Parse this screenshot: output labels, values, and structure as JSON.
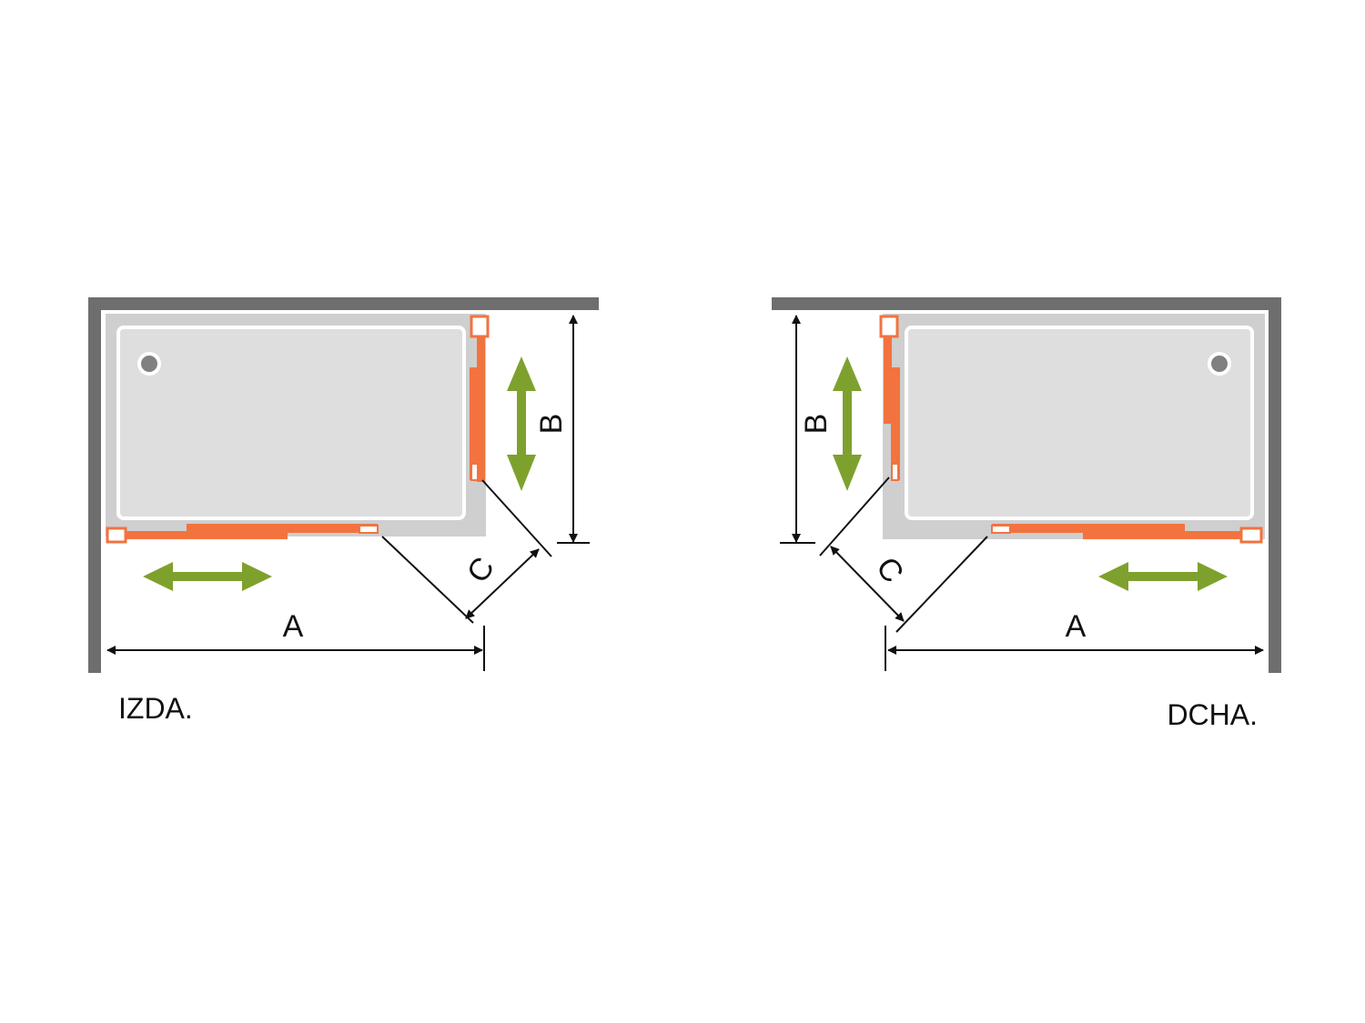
{
  "colors": {
    "wall": "#6e6e6e",
    "tray_outer": "#cfcfcf",
    "tray_inner": "#dedede",
    "tray_border": "#ffffff",
    "drain": "#808080",
    "glass_panel": "#f2733f",
    "movement_arrow": "#7ea12e",
    "dimension_line": "#111111"
  },
  "left_plan": {
    "side_label": "IZDA.",
    "dim_a_label": "A",
    "dim_b_label": "B",
    "dim_c_label": "C"
  },
  "right_plan": {
    "side_label": "DCHA.",
    "dim_a_label": "A",
    "dim_b_label": "B",
    "dim_c_label": "C"
  }
}
